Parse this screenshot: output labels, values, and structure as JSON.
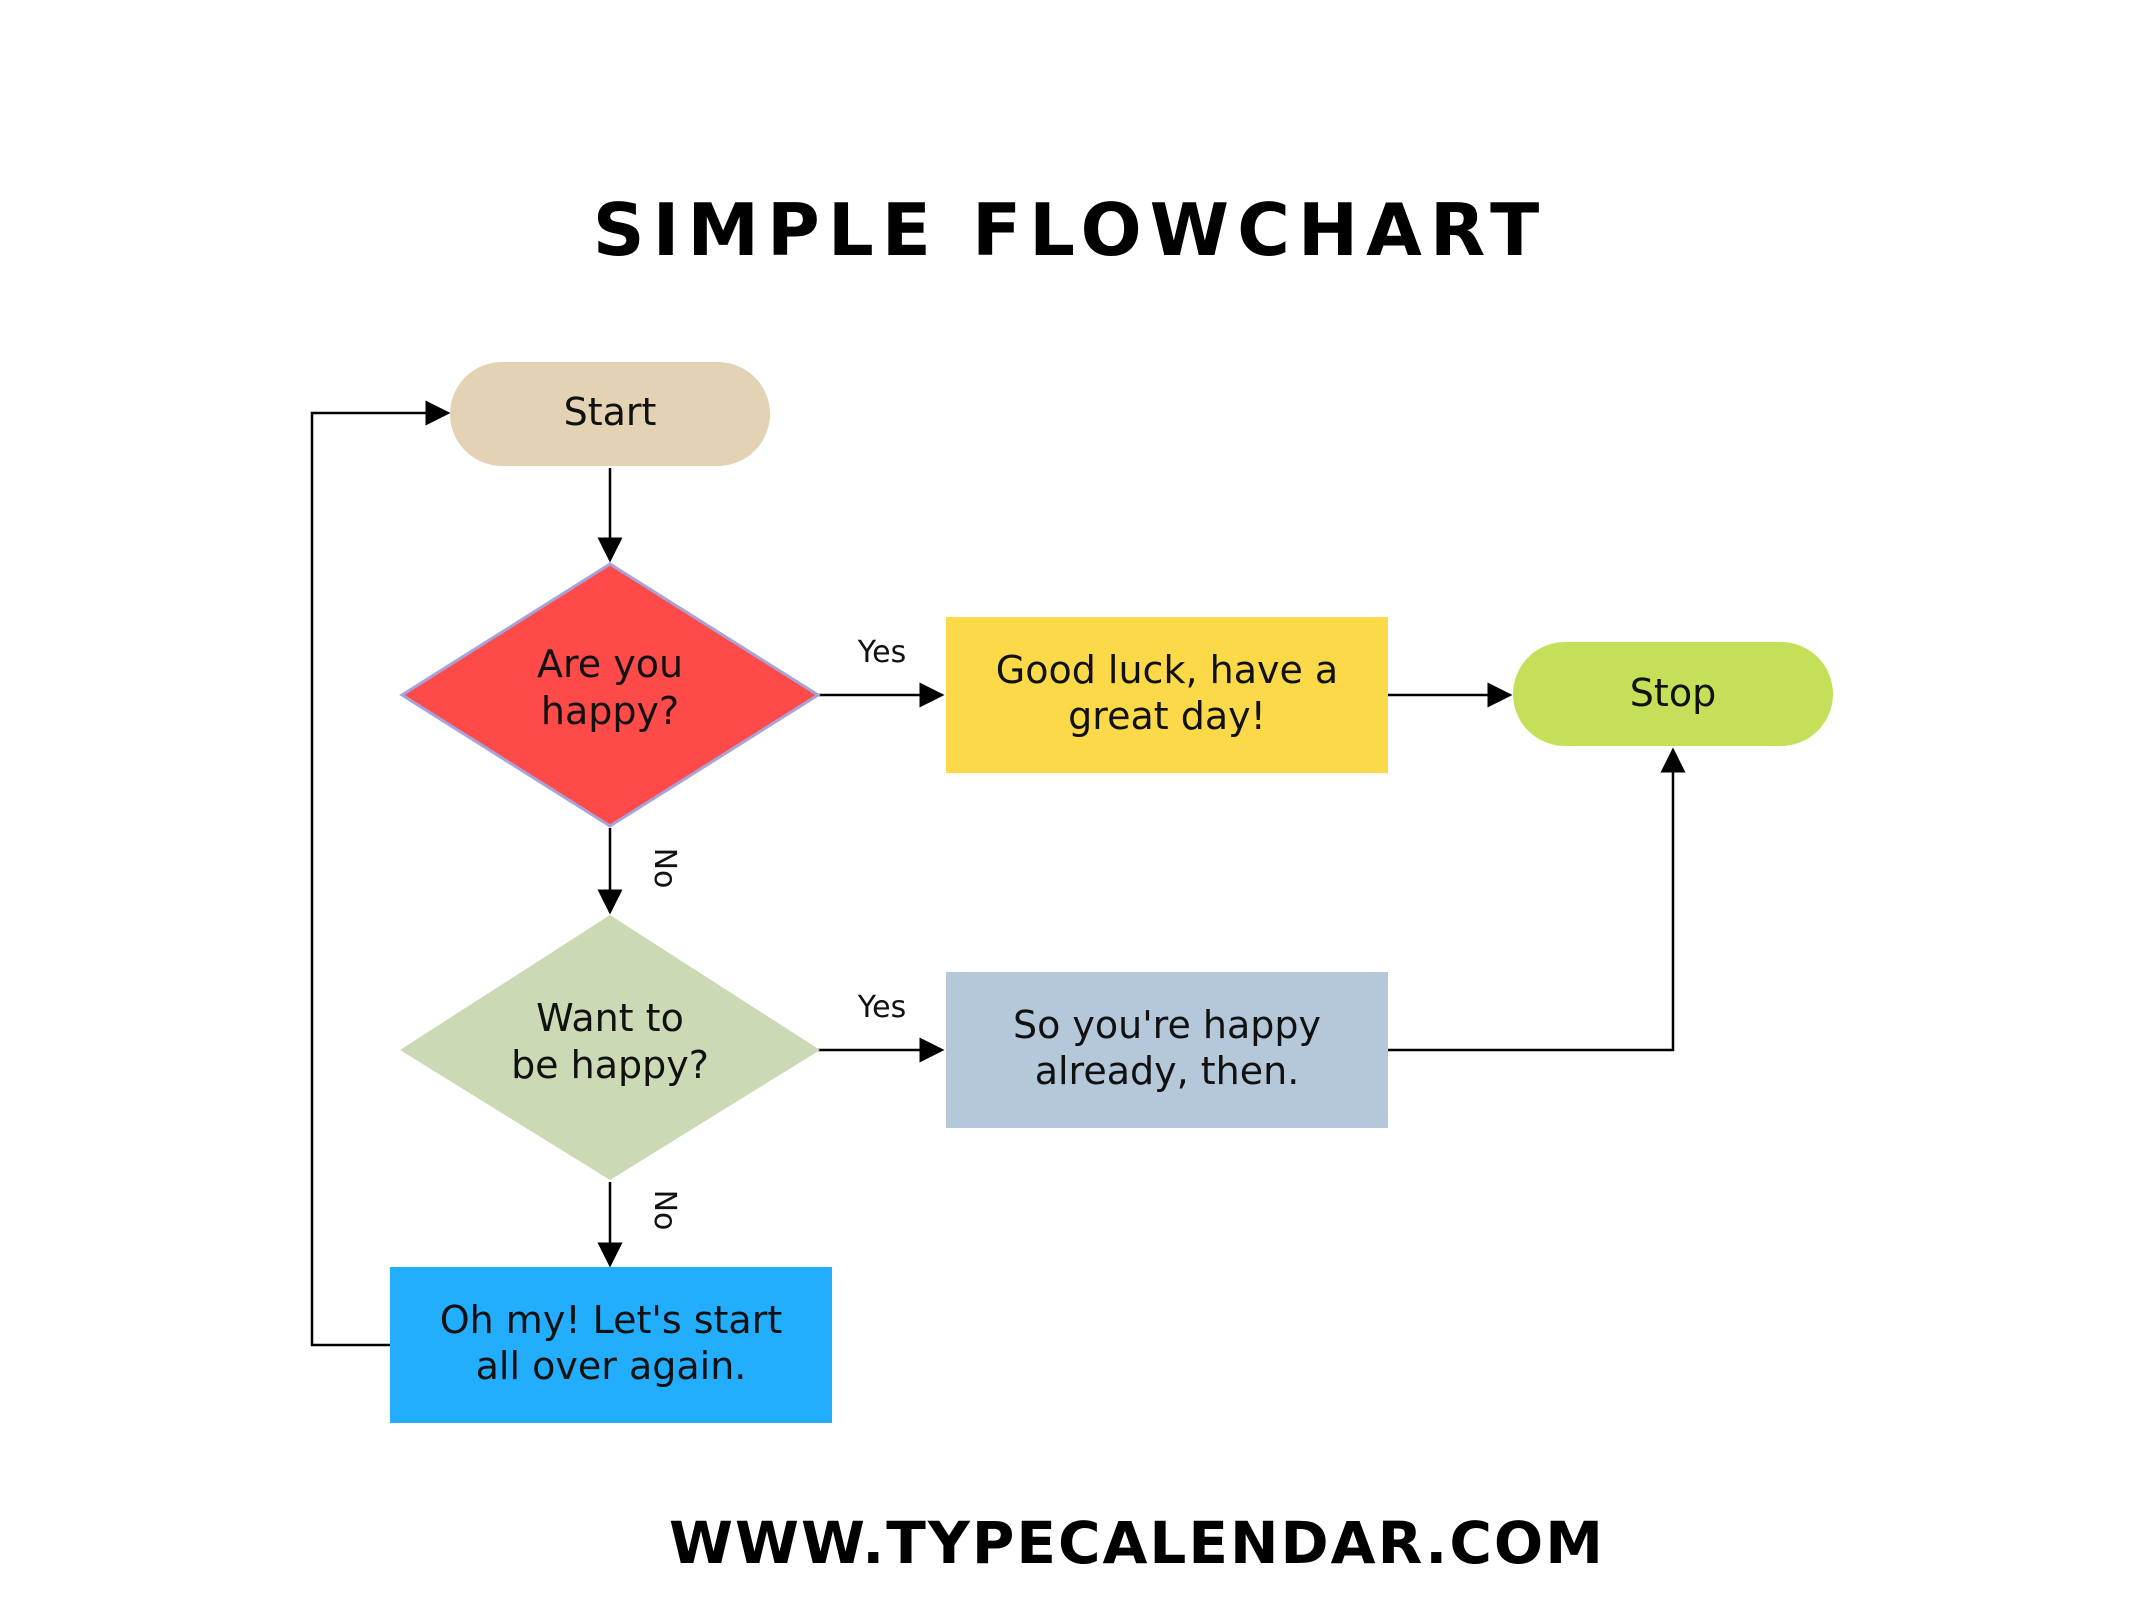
{
  "title": "SIMPLE FLOWCHART",
  "footer": "WWW.TYPECALENDAR.COM",
  "colors": {
    "start": "#e4d2b4",
    "decision_happy": "#ff4a4a",
    "decision_want": "#cbdab5",
    "good_luck": "#fcd948",
    "so_happy": "#b4c8da",
    "start_over": "#23adfd",
    "stop": "#c4df58",
    "line": "#000000"
  },
  "nodes": {
    "start": {
      "line1": "Start"
    },
    "are_you_happy": {
      "line1": "Are you",
      "line2": "happy?"
    },
    "want_to_be_happy": {
      "line1": "Want to",
      "line2": "be happy?"
    },
    "good_luck": {
      "line1": "Good luck, have a",
      "line2": "great day!"
    },
    "so_happy": {
      "line1": "So you're happy",
      "line2": "already, then."
    },
    "start_over": {
      "line1": "Oh my! Let's start",
      "line2": "all over again."
    },
    "stop": {
      "line1": "Stop"
    }
  },
  "edge_labels": {
    "yes_1": "Yes",
    "yes_2": "Yes",
    "no_1": "No",
    "no_2": "No"
  }
}
